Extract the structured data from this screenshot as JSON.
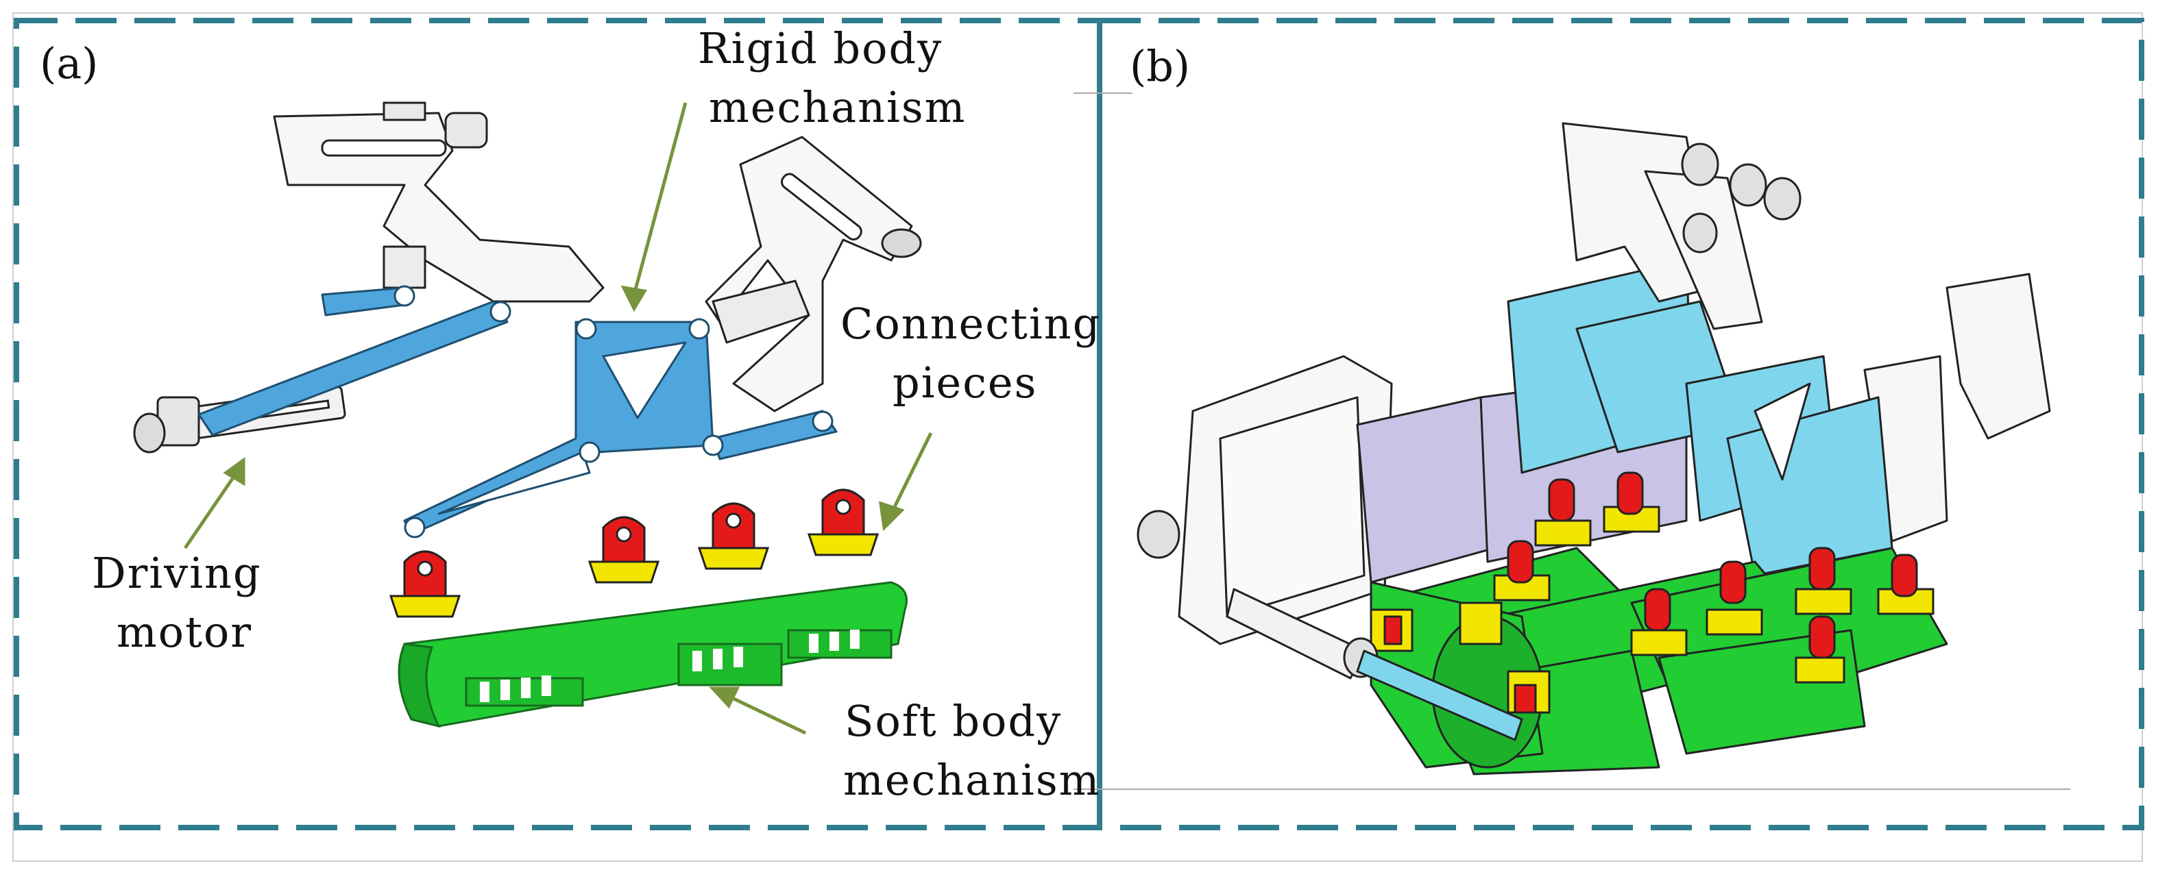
{
  "panels": {
    "a": {
      "tag": "(a)"
    },
    "b": {
      "tag": "(b)"
    }
  },
  "labels": {
    "rigid_body": [
      "Rigid body",
      "mechanism"
    ],
    "connecting": [
      "Connecting",
      "pieces"
    ],
    "driving": [
      "Driving",
      "motor"
    ],
    "soft_body": [
      "Soft body",
      "mechanism"
    ]
  },
  "colors": {
    "frame_dash": "#2f7d8e",
    "rigid_link": "#4ea6dc",
    "rigid_link_b": "#7fd6ec",
    "soft_body": "#22cc33",
    "connector_red": "#e41a1a",
    "connector_yellow": "#f2e600",
    "arrow": "#77933c",
    "outline": "#222222",
    "frame_white": "#f7f7f7",
    "lavender": "#c9c4e6"
  }
}
